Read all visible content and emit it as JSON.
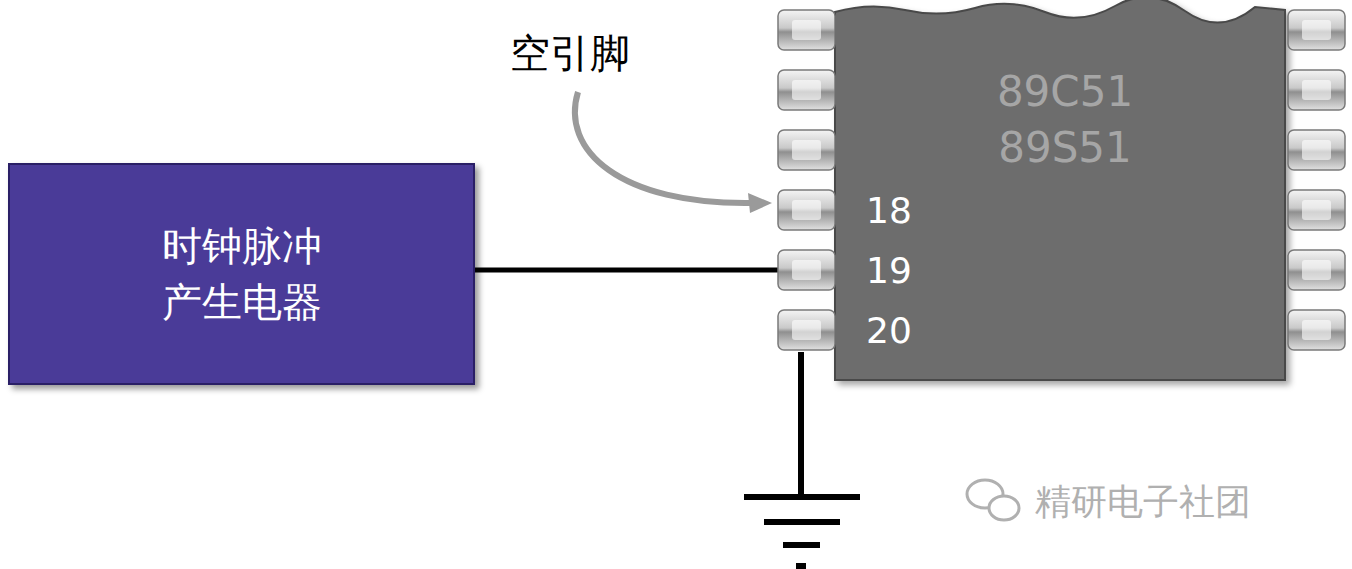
{
  "diagram": {
    "nodes": [
      {
        "text": [
          "时钟脉冲 产生电器"
        ]
      },
      {
        "text": [
          "89C51 89S51"
        ]
      }
    ],
    "edges": [
      {
        "from": 0,
        "to": 1,
        "arrow": "none"
      }
    ],
    "labels": [
      "空引脚",
      "18",
      "19",
      "20",
      "精研电子社团"
    ]
  }
}
